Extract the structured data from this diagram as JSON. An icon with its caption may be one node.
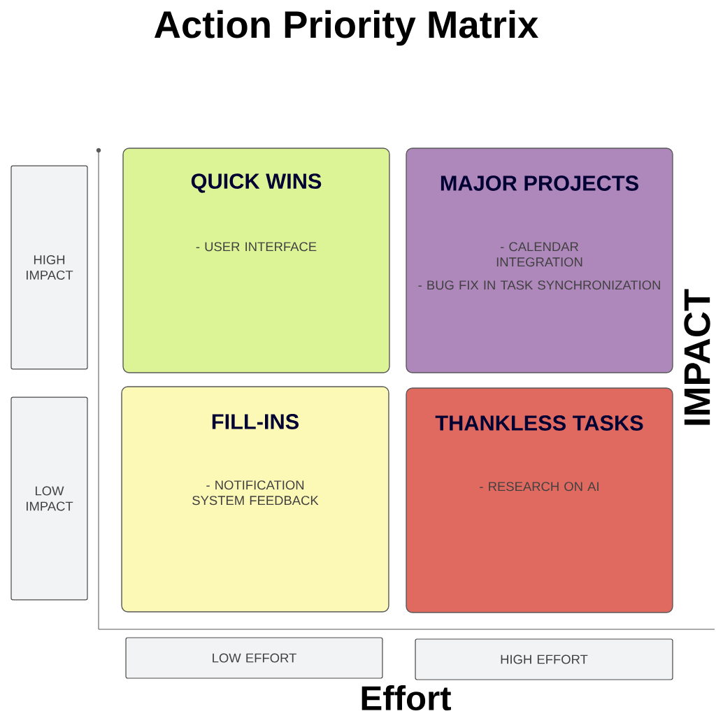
{
  "diagram": {
    "title": "Action Priority Matrix",
    "nodes": [
      {
        "text": [
          "HIGH IMPACT"
        ]
      },
      {
        "text": [
          "QUICK WINS",
          "- USER INTERFACE"
        ]
      },
      {
        "text": [
          "MAJOR PROJECTS",
          "- CALENDAR INTEGRATION",
          "- BUG FIX IN TASK SYNCHRONIZATION"
        ]
      },
      {
        "text": [
          "LOW IMPACT"
        ]
      },
      {
        "text": [
          "FILL-INS",
          "- NOTIFICATION SYSTEM FEEDBACK"
        ]
      },
      {
        "text": [
          "THANKLESS TASKS",
          "- RESEARCH ON AI"
        ]
      },
      {
        "text": [
          "LOW EFFORT"
        ]
      },
      {
        "text": [
          "HIGH EFFORT"
        ]
      }
    ],
    "labels": [
      "IMPACT",
      "Effort"
    ]
  }
}
